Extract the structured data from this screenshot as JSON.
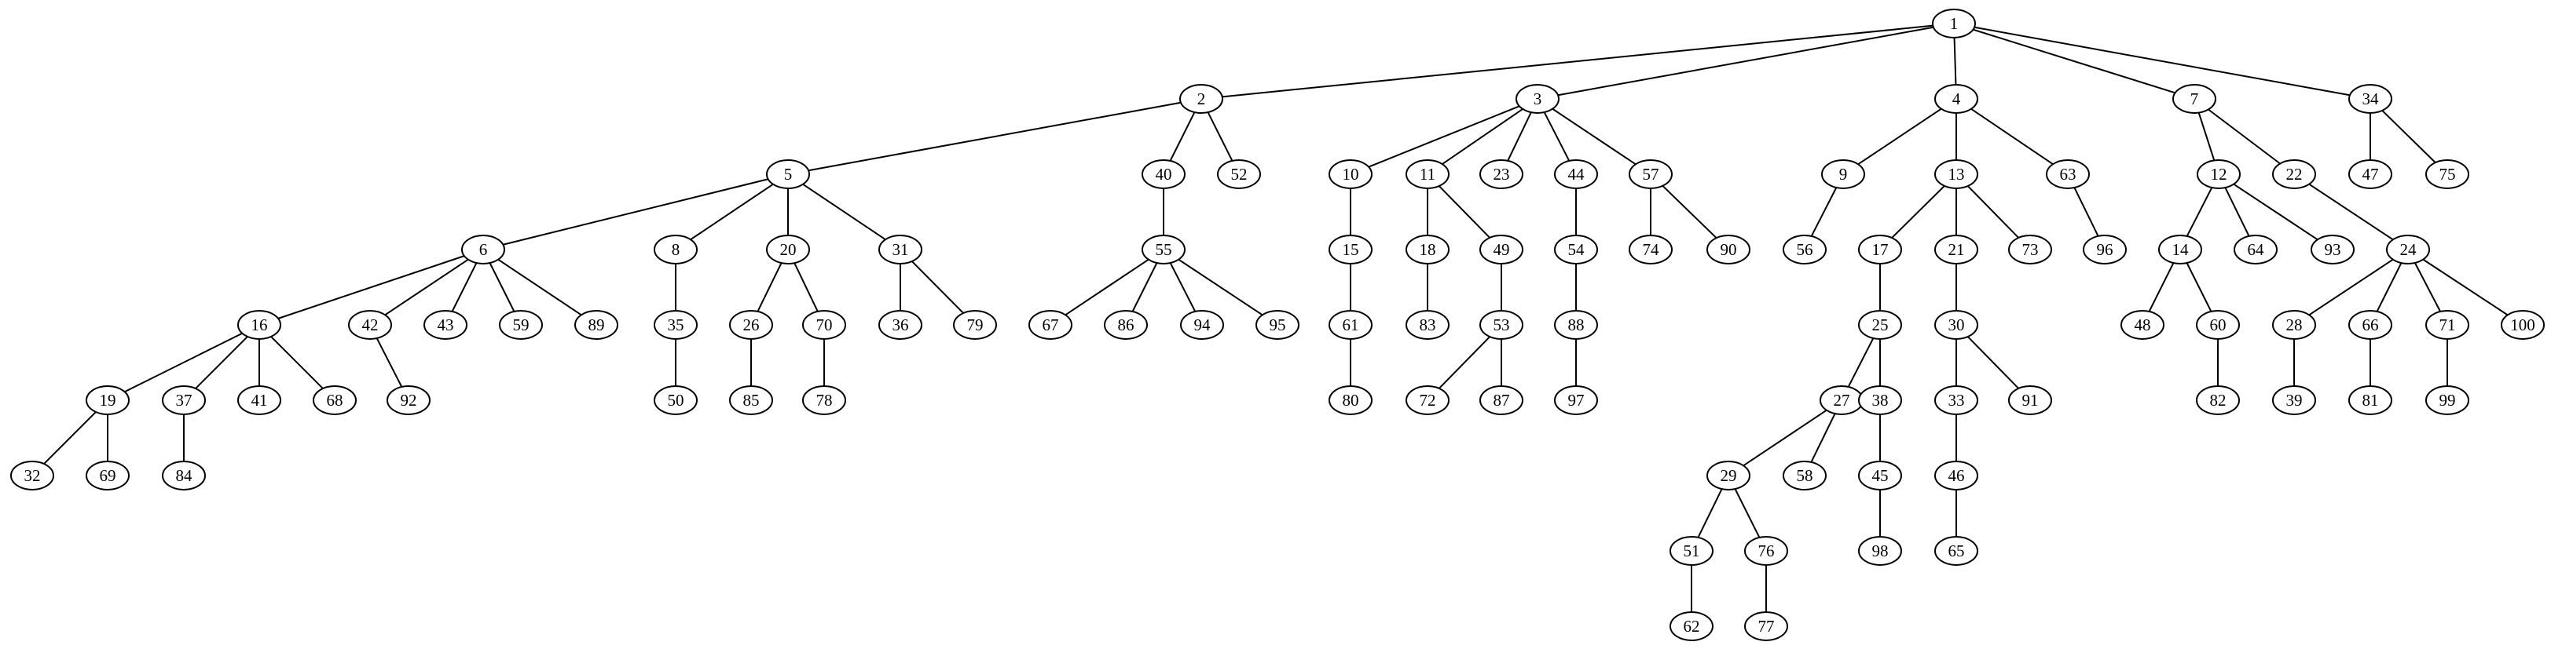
{
  "tree": {
    "node_labels": [
      "1",
      "2",
      "3",
      "4",
      "7",
      "34",
      "5",
      "40",
      "52",
      "10",
      "11",
      "23",
      "44",
      "57",
      "9",
      "13",
      "63",
      "12",
      "22",
      "47",
      "75",
      "6",
      "8",
      "20",
      "31",
      "55",
      "15",
      "18",
      "49",
      "54",
      "74",
      "90",
      "56",
      "17",
      "21",
      "73",
      "96",
      "14",
      "64",
      "93",
      "24",
      "16",
      "42",
      "43",
      "59",
      "89",
      "35",
      "26",
      "70",
      "36",
      "79",
      "67",
      "86",
      "94",
      "95",
      "61",
      "83",
      "53",
      "88",
      "25",
      "30",
      "48",
      "60",
      "28",
      "66",
      "71",
      "100",
      "19",
      "37",
      "41",
      "68",
      "92",
      "50",
      "85",
      "78",
      "80",
      "72",
      "87",
      "97",
      "27",
      "38",
      "33",
      "91",
      "82",
      "39",
      "81",
      "99",
      "32",
      "69",
      "84",
      "29",
      "58",
      "45",
      "46",
      "51",
      "76",
      "98",
      "65",
      "62",
      "77"
    ],
    "edges": [
      [
        "1",
        "2"
      ],
      [
        "1",
        "3"
      ],
      [
        "1",
        "4"
      ],
      [
        "1",
        "7"
      ],
      [
        "1",
        "34"
      ],
      [
        "2",
        "5"
      ],
      [
        "2",
        "40"
      ],
      [
        "2",
        "52"
      ],
      [
        "3",
        "10"
      ],
      [
        "3",
        "11"
      ],
      [
        "3",
        "23"
      ],
      [
        "3",
        "44"
      ],
      [
        "3",
        "57"
      ],
      [
        "4",
        "9"
      ],
      [
        "4",
        "13"
      ],
      [
        "4",
        "63"
      ],
      [
        "7",
        "12"
      ],
      [
        "7",
        "22"
      ],
      [
        "34",
        "47"
      ],
      [
        "34",
        "75"
      ],
      [
        "5",
        "6"
      ],
      [
        "5",
        "8"
      ],
      [
        "5",
        "20"
      ],
      [
        "5",
        "31"
      ],
      [
        "40",
        "55"
      ],
      [
        "10",
        "15"
      ],
      [
        "11",
        "18"
      ],
      [
        "11",
        "49"
      ],
      [
        "44",
        "54"
      ],
      [
        "57",
        "74"
      ],
      [
        "57",
        "90"
      ],
      [
        "9",
        "56"
      ],
      [
        "13",
        "17"
      ],
      [
        "13",
        "21"
      ],
      [
        "13",
        "73"
      ],
      [
        "63",
        "96"
      ],
      [
        "12",
        "14"
      ],
      [
        "12",
        "64"
      ],
      [
        "12",
        "93"
      ],
      [
        "22",
        "24"
      ],
      [
        "6",
        "16"
      ],
      [
        "6",
        "42"
      ],
      [
        "6",
        "43"
      ],
      [
        "6",
        "59"
      ],
      [
        "6",
        "89"
      ],
      [
        "8",
        "35"
      ],
      [
        "20",
        "26"
      ],
      [
        "20",
        "70"
      ],
      [
        "31",
        "36"
      ],
      [
        "31",
        "79"
      ],
      [
        "55",
        "67"
      ],
      [
        "55",
        "86"
      ],
      [
        "55",
        "94"
      ],
      [
        "55",
        "95"
      ],
      [
        "15",
        "61"
      ],
      [
        "18",
        "83"
      ],
      [
        "49",
        "53"
      ],
      [
        "54",
        "88"
      ],
      [
        "17",
        "25"
      ],
      [
        "21",
        "30"
      ],
      [
        "14",
        "48"
      ],
      [
        "14",
        "60"
      ],
      [
        "24",
        "28"
      ],
      [
        "24",
        "66"
      ],
      [
        "24",
        "71"
      ],
      [
        "24",
        "100"
      ],
      [
        "16",
        "19"
      ],
      [
        "16",
        "37"
      ],
      [
        "16",
        "41"
      ],
      [
        "16",
        "68"
      ],
      [
        "42",
        "92"
      ],
      [
        "35",
        "50"
      ],
      [
        "26",
        "85"
      ],
      [
        "70",
        "78"
      ],
      [
        "61",
        "80"
      ],
      [
        "53",
        "72"
      ],
      [
        "53",
        "87"
      ],
      [
        "88",
        "97"
      ],
      [
        "25",
        "27"
      ],
      [
        "25",
        "38"
      ],
      [
        "30",
        "33"
      ],
      [
        "30",
        "91"
      ],
      [
        "60",
        "82"
      ],
      [
        "28",
        "39"
      ],
      [
        "66",
        "81"
      ],
      [
        "71",
        "99"
      ],
      [
        "19",
        "32"
      ],
      [
        "19",
        "69"
      ],
      [
        "37",
        "84"
      ],
      [
        "27",
        "29"
      ],
      [
        "27",
        "58"
      ],
      [
        "38",
        "45"
      ],
      [
        "33",
        "46"
      ],
      [
        "29",
        "51"
      ],
      [
        "29",
        "76"
      ],
      [
        "45",
        "98"
      ],
      [
        "46",
        "65"
      ],
      [
        "51",
        "62"
      ],
      [
        "76",
        "77"
      ]
    ]
  }
}
